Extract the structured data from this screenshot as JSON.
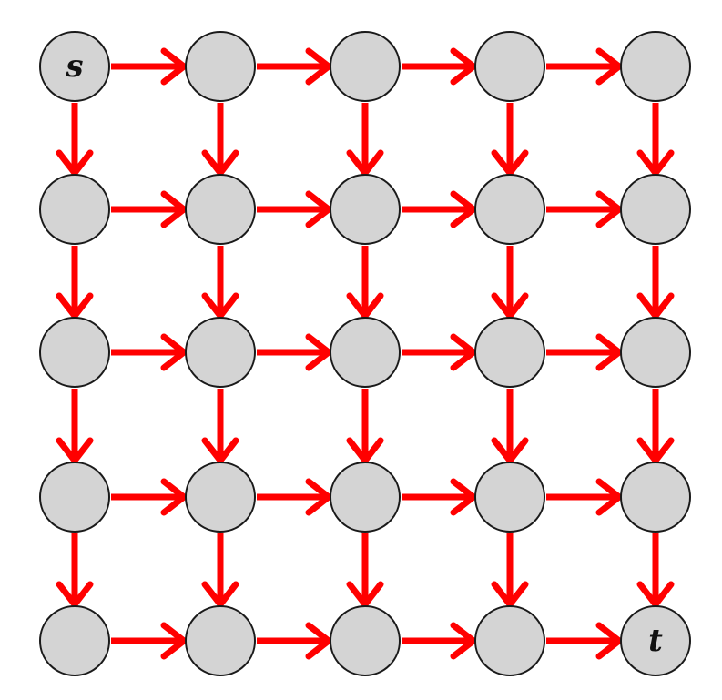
{
  "diagram": {
    "type": "directed-grid-graph",
    "rows": 5,
    "cols": 5,
    "colors": {
      "node_fill": "#d4d4d4",
      "node_stroke": "#1a1a1a",
      "edge": "#ff0000"
    },
    "labeled_nodes": [
      {
        "row": 0,
        "col": 0,
        "label": "s"
      },
      {
        "row": 4,
        "col": 4,
        "label": "t"
      }
    ],
    "edge_directions": [
      "right",
      "down"
    ]
  }
}
